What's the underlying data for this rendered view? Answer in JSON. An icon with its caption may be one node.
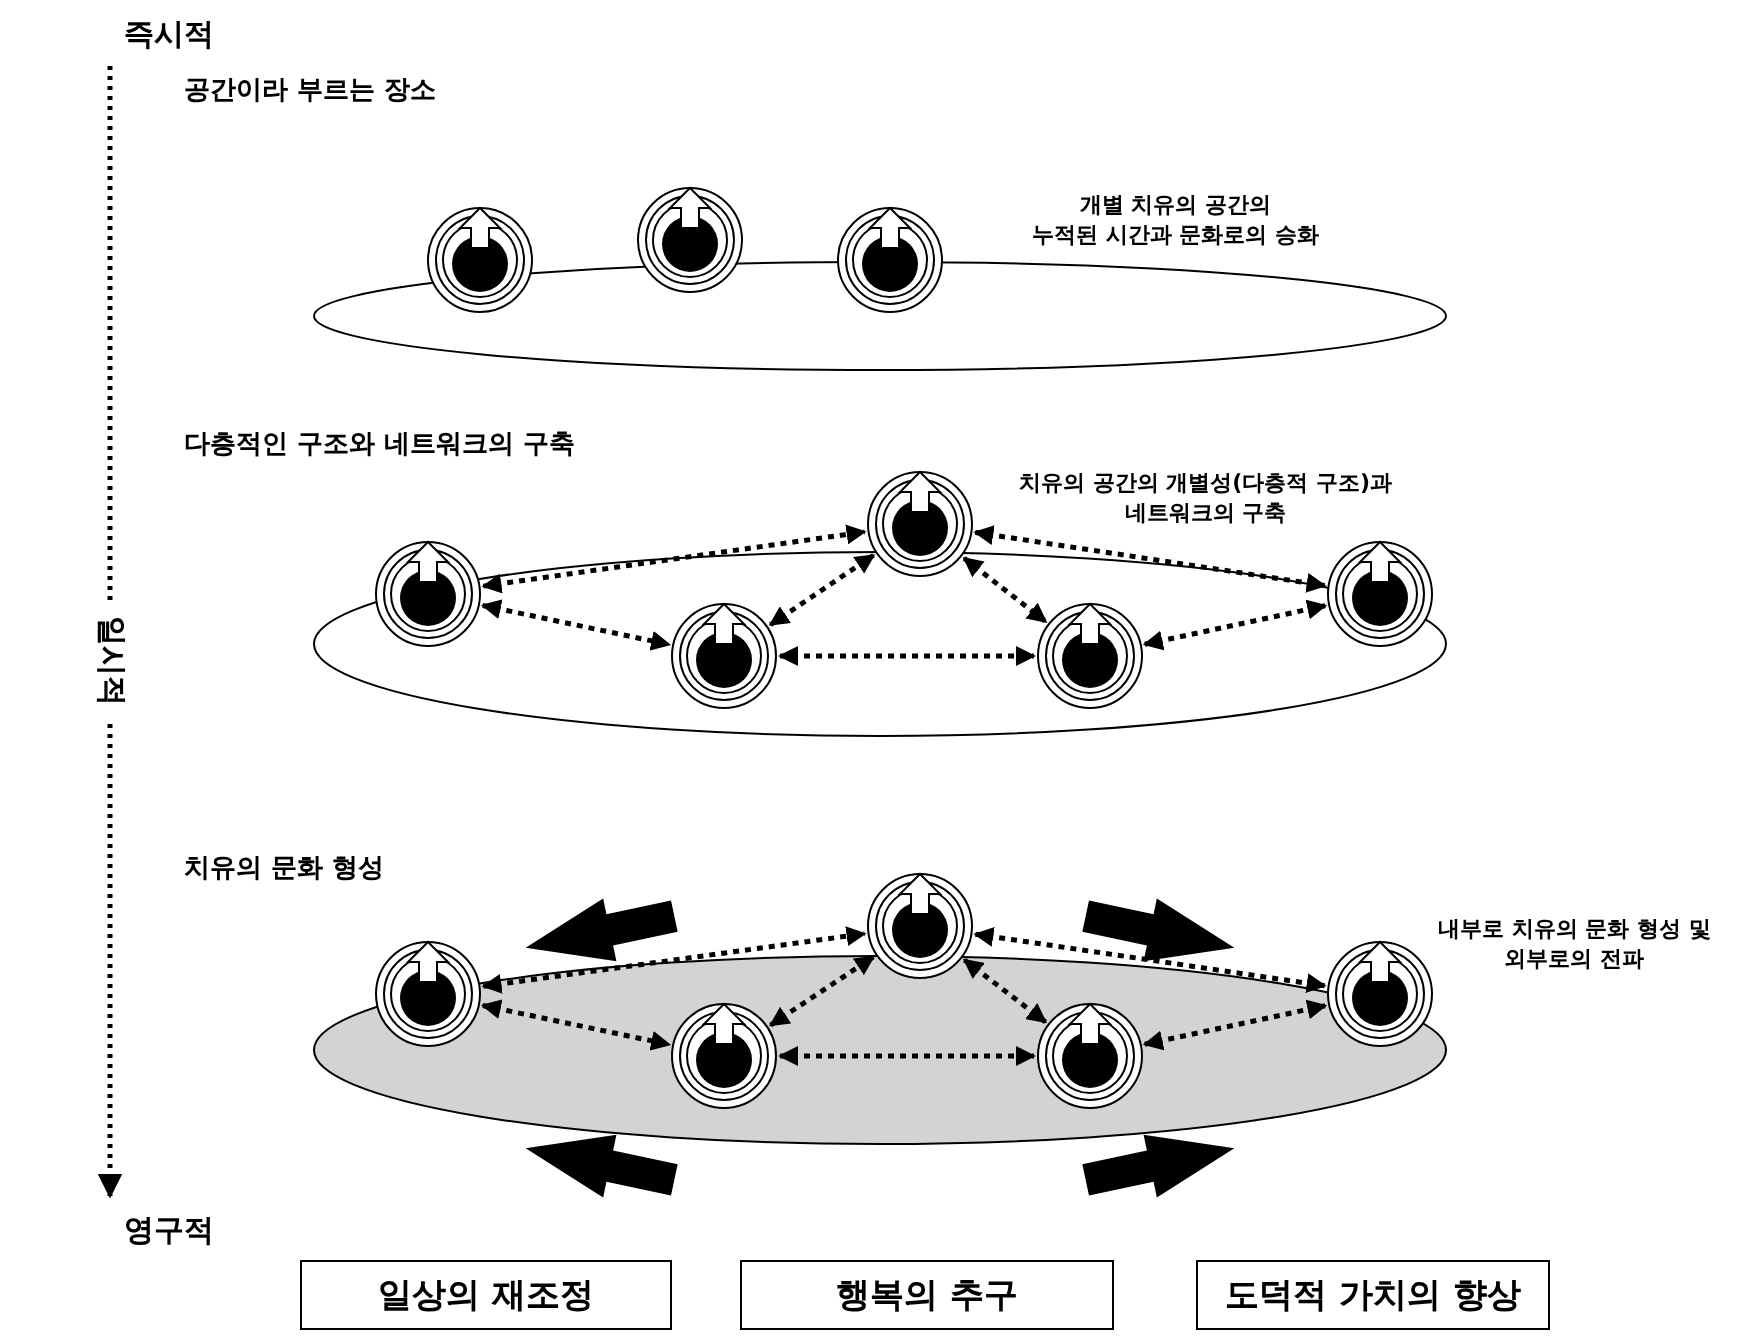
{
  "diagram": {
    "nodes": [
      {
        "text": [],
        "shape": "circle"
      },
      {
        "text": [],
        "shape": "circle"
      },
      {
        "text": [],
        "shape": "circle"
      },
      {
        "text": [],
        "shape": "circle"
      },
      {
        "text": [],
        "shape": "circle"
      },
      {
        "text": [],
        "shape": "circle"
      },
      {
        "text": [],
        "shape": "circle"
      },
      {
        "text": [],
        "shape": "circle"
      },
      {
        "text": [],
        "shape": "circle"
      },
      {
        "text": [],
        "shape": "circle"
      },
      {
        "text": [],
        "shape": "circle"
      },
      {
        "text": [],
        "shape": "circle"
      },
      {
        "text": [],
        "shape": "circle"
      },
      {
        "text": [
          "일상의 재조정"
        ]
      },
      {
        "text": [
          "행복의 추구"
        ]
      },
      {
        "text": [
          "도덕적 가치의 향상"
        ]
      }
    ],
    "edges": [
      {
        "from": 3,
        "to": 5,
        "arrow": "both",
        "style": "dashed"
      },
      {
        "from": 3,
        "to": 4,
        "arrow": "both",
        "style": "dashed"
      },
      {
        "from": 4,
        "to": 5,
        "arrow": "both",
        "style": "dashed"
      },
      {
        "from": 5,
        "to": 6,
        "arrow": "both",
        "style": "dashed"
      },
      {
        "from": 4,
        "to": 6,
        "arrow": "both",
        "style": "dashed"
      },
      {
        "from": 6,
        "to": 7,
        "arrow": "both",
        "style": "dashed"
      },
      {
        "from": 5,
        "to": 7,
        "arrow": "both",
        "style": "dashed"
      },
      {
        "from": 8,
        "to": 10,
        "arrow": "both",
        "style": "dashed"
      },
      {
        "from": 8,
        "to": 9,
        "arrow": "both",
        "style": "dashed"
      },
      {
        "from": 9,
        "to": 10,
        "arrow": "both",
        "style": "dashed"
      },
      {
        "from": 10,
        "to": 11,
        "arrow": "both",
        "style": "dashed"
      },
      {
        "from": 9,
        "to": 11,
        "arrow": "both",
        "style": "dashed"
      },
      {
        "from": 11,
        "to": 12,
        "arrow": "both",
        "style": "dashed"
      },
      {
        "from": 10,
        "to": 12,
        "arrow": "both",
        "style": "dashed"
      }
    ],
    "labels": [
      "즉시적",
      "공간이라 부르는 장소",
      "개별 치유의 공간의 누적된 시간과 문화로의 승화",
      "다층적인 구조와 네트워크의 구축",
      "치유의 공간의 개별성(다층적 구조)과 네트워크의 구축",
      "일시적",
      "치유의 문화 형성",
      "내부로 치유의 문화 형성 및 외부로의 전파",
      "영구적"
    ]
  }
}
